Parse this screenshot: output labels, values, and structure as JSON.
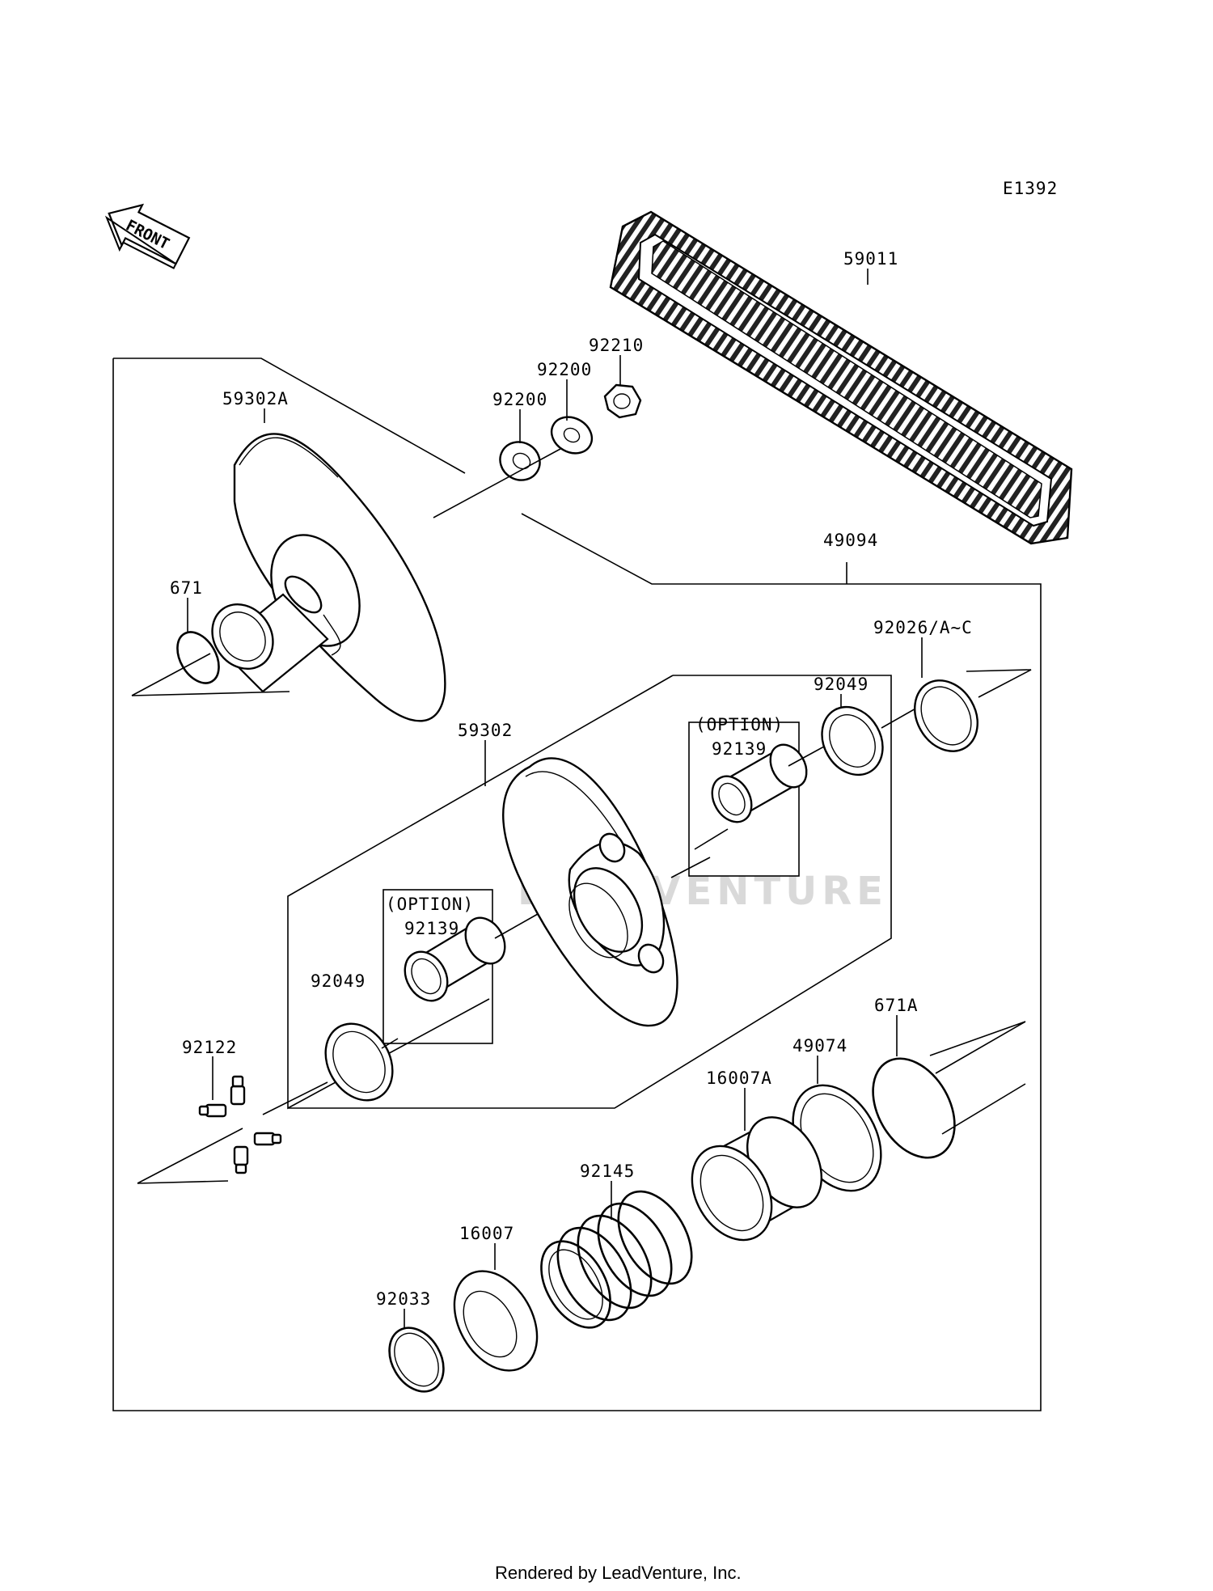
{
  "diagram": {
    "code": "E1392",
    "direction": "FRONT",
    "footer": "Rendered by LeadVenture, Inc.",
    "watermark": "LEADVENTURE"
  },
  "parts": [
    {
      "id": "p-59011",
      "label": "59011"
    },
    {
      "id": "p-92210",
      "label": "92210"
    },
    {
      "id": "p-92200-a",
      "label": "92200"
    },
    {
      "id": "p-92200-b",
      "label": "92200"
    },
    {
      "id": "p-59302a",
      "label": "59302A"
    },
    {
      "id": "p-49094",
      "label": "49094"
    },
    {
      "id": "p-671",
      "label": "671"
    },
    {
      "id": "p-92026",
      "label": "92026/A~C"
    },
    {
      "id": "p-92049-a",
      "label": "92049"
    },
    {
      "id": "p-option-a",
      "label": "(OPTION)"
    },
    {
      "id": "p-92139-a",
      "label": "92139"
    },
    {
      "id": "p-59302",
      "label": "59302"
    },
    {
      "id": "p-option-b",
      "label": "(OPTION)"
    },
    {
      "id": "p-92139-b",
      "label": "92139"
    },
    {
      "id": "p-92049-b",
      "label": "92049"
    },
    {
      "id": "p-92122",
      "label": "92122"
    },
    {
      "id": "p-671a",
      "label": "671A"
    },
    {
      "id": "p-49074",
      "label": "49074"
    },
    {
      "id": "p-16007a",
      "label": "16007A"
    },
    {
      "id": "p-92145",
      "label": "92145"
    },
    {
      "id": "p-16007",
      "label": "16007"
    },
    {
      "id": "p-92033",
      "label": "92033"
    }
  ]
}
